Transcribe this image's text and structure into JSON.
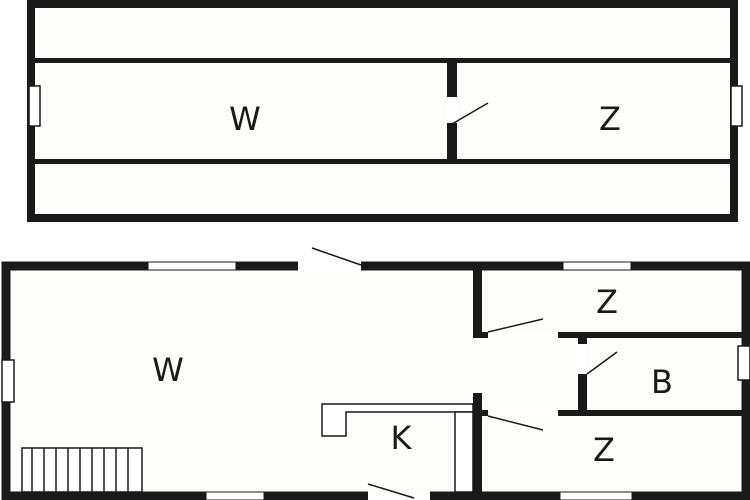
{
  "colors": {
    "wall": "#1a1a1a",
    "floor": "#fdfdfb",
    "background": "#ffffff",
    "window": "#ffffff",
    "label": "#1a1a1a"
  },
  "upper_floor": {
    "rooms": [
      {
        "id": "upper-living",
        "label": "W"
      },
      {
        "id": "upper-bedroom",
        "label": "Z"
      }
    ]
  },
  "ground_floor": {
    "rooms": [
      {
        "id": "living",
        "label": "W"
      },
      {
        "id": "bedroom-top",
        "label": "Z"
      },
      {
        "id": "bathroom",
        "label": "B"
      },
      {
        "id": "kitchen",
        "label": "K"
      },
      {
        "id": "bedroom-bottom",
        "label": "Z"
      }
    ]
  }
}
